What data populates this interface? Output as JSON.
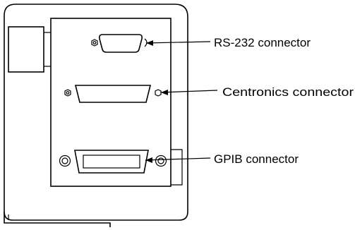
{
  "labels": {
    "rs232": "RS-232 connector",
    "centronics": "Centronics connector",
    "gpib": "GPIB connector"
  },
  "colors": {
    "line": "#000000",
    "background": "#ffffff"
  }
}
